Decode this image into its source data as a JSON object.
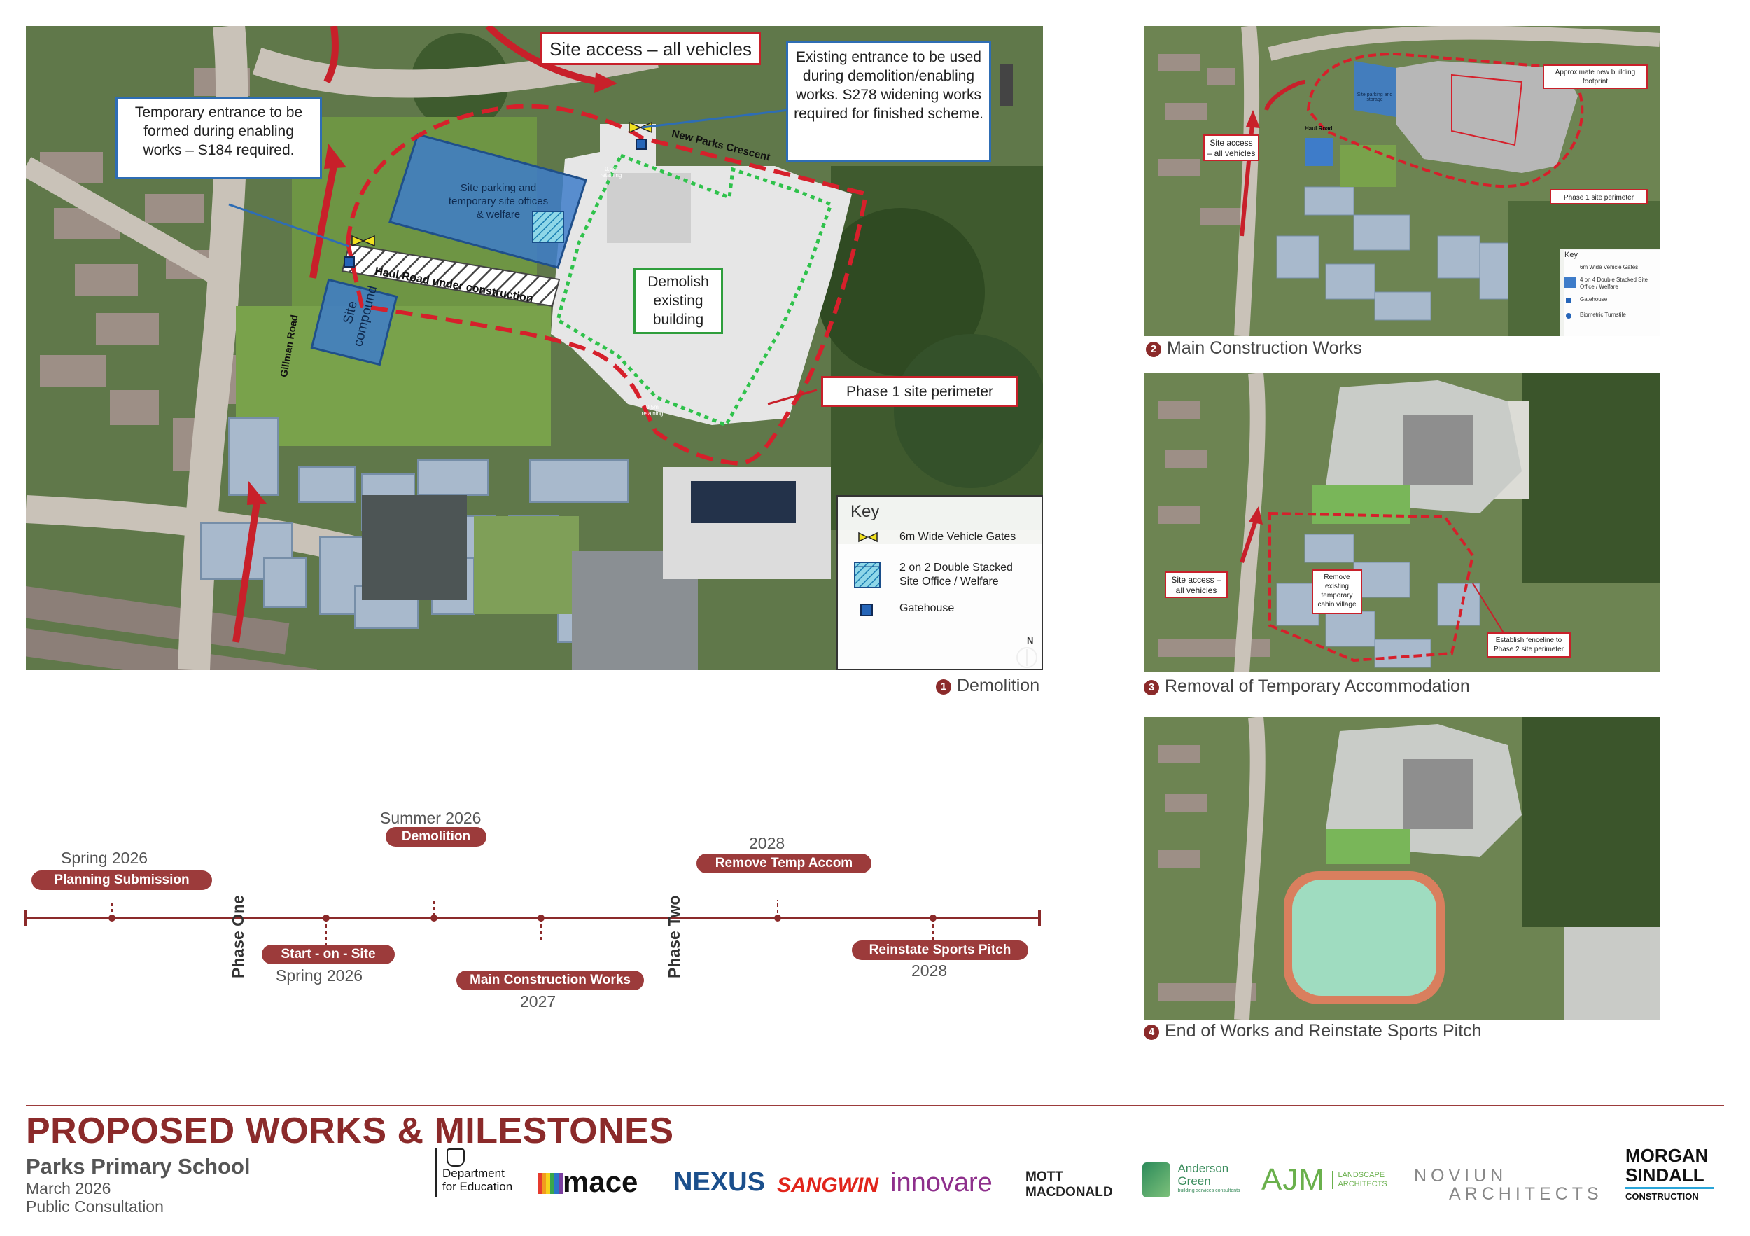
{
  "main_map": {
    "site_access_label": "Site access – all vehicles",
    "temp_entrance": "Temporary entrance to be formed during enabling works – S184 required.",
    "existing_entrance": "Existing entrance to be used during demolition/enabling works. S278 widening works required for finished scheme.",
    "site_parking": "Site parking and temporary site offices & welfare",
    "haul_road": "Haul Road under construction",
    "site_compound": "Site compound",
    "demolish": "Demolish existing building",
    "phase1_perimeter": "Phase 1 site perimeter",
    "street_new_parks": "New Parks Crescent",
    "street_gillman": "Gillman Road",
    "retaining_1": "0.5m retaining",
    "retaining_2": "0.5m retaining",
    "key": {
      "title": "Key",
      "gates": "6m Wide Vehicle Gates",
      "office": "2 on 2 Double Stacked Site Office / Welfare",
      "gatehouse": "Gatehouse",
      "north": "N"
    },
    "caption_num": "1",
    "caption": "Demolition"
  },
  "panel2": {
    "site_access": "Site access – all vehicles",
    "approx_footprint": "Approximate new building footprint",
    "phase1_perimeter": "Phase 1 site perimeter",
    "site_parking": "Site parking and storage",
    "haul_road": "Haul Road",
    "key": {
      "title": "Key",
      "gates": "6m Wide Vehicle Gates",
      "office": "4 on 4 Double Stacked Site Office / Welfare",
      "gatehouse": "Gatehouse",
      "turnstile": "Biometric Turnstile"
    },
    "caption_num": "2",
    "caption": "Main Construction Works"
  },
  "panel3": {
    "site_access": "Site access – all vehicles",
    "remove_cabin": "Remove existing temporary cabin village",
    "fenceline": "Establish fenceline to Phase 2 site perimeter",
    "caption_num": "3",
    "caption": "Removal of Temporary Accommodation"
  },
  "panel4": {
    "caption_num": "4",
    "caption": "End of Works and Reinstate Sports Pitch"
  },
  "timeline": {
    "phase_one": "Phase One",
    "phase_two": "Phase Two",
    "milestones": [
      {
        "label": "Planning Submission",
        "date": "Spring 2026"
      },
      {
        "label": "Start - on - Site",
        "date": "Spring 2026"
      },
      {
        "label": "Demolition",
        "date": "Summer 2026"
      },
      {
        "label": "Main Construction Works",
        "date": "2027"
      },
      {
        "label": "Remove Temp Accom",
        "date": "2028"
      },
      {
        "label": "Reinstate Sports Pitch",
        "date": "2028"
      }
    ]
  },
  "footer": {
    "title": "PROPOSED WORKS & MILESTONES",
    "school": "Parks Primary School",
    "date": "March 2026",
    "event": "Public Consultation",
    "logos": {
      "dfe_line1": "Department",
      "dfe_line2": "for Education",
      "mace": "mace",
      "nexus": "NEXUS",
      "sangwin": "SANGWIN",
      "innovare": "innovare",
      "mott_line1": "MOTT",
      "mott_line2": "MACDONALD",
      "anderson_line1": "Anderson",
      "anderson_line2": "Green",
      "anderson_sub": "building services consultants",
      "ajm": "AJM",
      "ajm_sub1": "LANDSCAPE",
      "ajm_sub2": "ARCHITECTS",
      "noviun_line1": "NOVIUN",
      "noviun_line2": "ARCHITECTS",
      "morgan_line1": "MORGAN",
      "morgan_line2": "SINDALL",
      "morgan_sub": "CONSTRUCTION"
    }
  },
  "colors": {
    "brand_red": "#8b2a2a",
    "pill": "#9c3b3b",
    "perimeter": "#d6202b",
    "callout_blue": "#2e6db4",
    "demolish_green": "#2f9e3c"
  }
}
